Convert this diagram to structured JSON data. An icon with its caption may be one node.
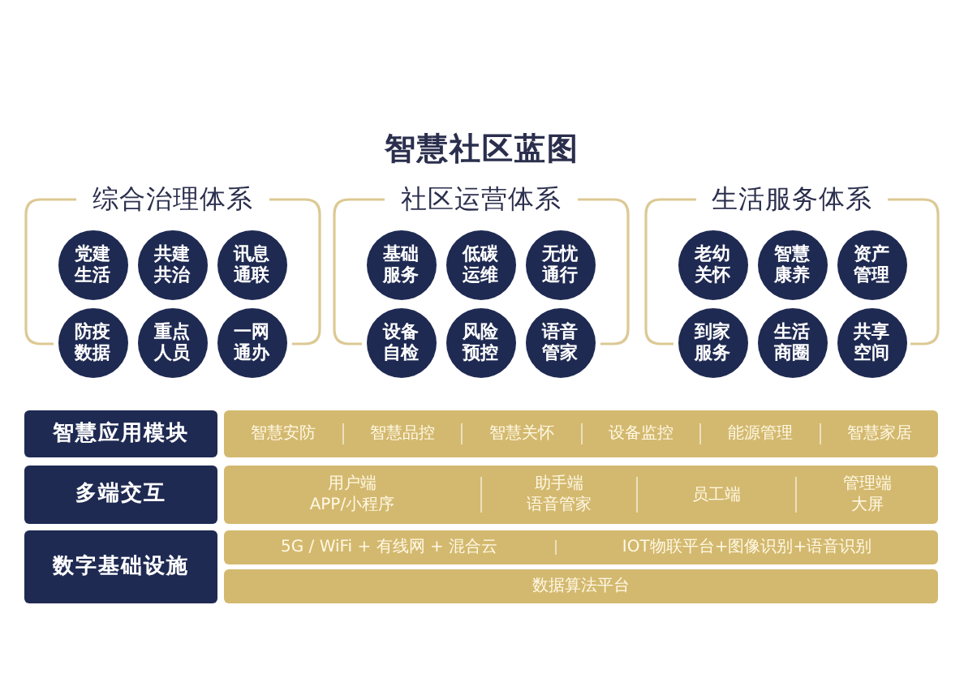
{
  "diagram": {
    "title": "智慧社区蓝图",
    "nodes": [
      {
        "text": [
          "综合治理体系"
        ]
      },
      {
        "text": [
          "党建生活"
        ],
        "in": 0
      },
      {
        "text": [
          "共建共治"
        ],
        "in": 0
      },
      {
        "text": [
          "讯息通联"
        ],
        "in": 0
      },
      {
        "text": [
          "防疫数据"
        ],
        "in": 0
      },
      {
        "text": [
          "重点人员"
        ],
        "in": 0
      },
      {
        "text": [
          "一网通办"
        ],
        "in": 0
      },
      {
        "text": [
          "社区运营体系"
        ]
      },
      {
        "text": [
          "基础服务"
        ],
        "in": 7
      },
      {
        "text": [
          "低碳运维"
        ],
        "in": 7
      },
      {
        "text": [
          "无忧通行"
        ],
        "in": 7
      },
      {
        "text": [
          "设备自检"
        ],
        "in": 7
      },
      {
        "text": [
          "风险预控"
        ],
        "in": 7
      },
      {
        "text": [
          "语音管家"
        ],
        "in": 7
      },
      {
        "text": [
          "生活服务体系"
        ]
      },
      {
        "text": [
          "老幼关怀"
        ],
        "in": 14
      },
      {
        "text": [
          "智慧康养"
        ],
        "in": 14
      },
      {
        "text": [
          "资产管理"
        ],
        "in": 14
      },
      {
        "text": [
          "到家服务"
        ],
        "in": 14
      },
      {
        "text": [
          "生活商圈"
        ],
        "in": 14
      },
      {
        "text": [
          "共享空间"
        ],
        "in": 14
      },
      {
        "text": [
          "智慧应用模块"
        ]
      },
      {
        "text": [
          "智慧安防",
          "智慧品控",
          "智慧关怀",
          "设备监控",
          "能源管理",
          "智慧家居"
        ]
      },
      {
        "text": [
          "多端交互"
        ]
      },
      {
        "text": [
          "用户端",
          "APP/小程序",
          "助手端",
          "语音管家",
          "员工端",
          "管理端",
          "大屏"
        ]
      },
      {
        "text": [
          "数字基础设施"
        ]
      },
      {
        "text": [
          "5G / WiFi + 有线网 + 混合云",
          "IOT物联平台+图像识别+语音识别"
        ]
      },
      {
        "text": [
          "数据算法平台"
        ]
      }
    ]
  }
}
